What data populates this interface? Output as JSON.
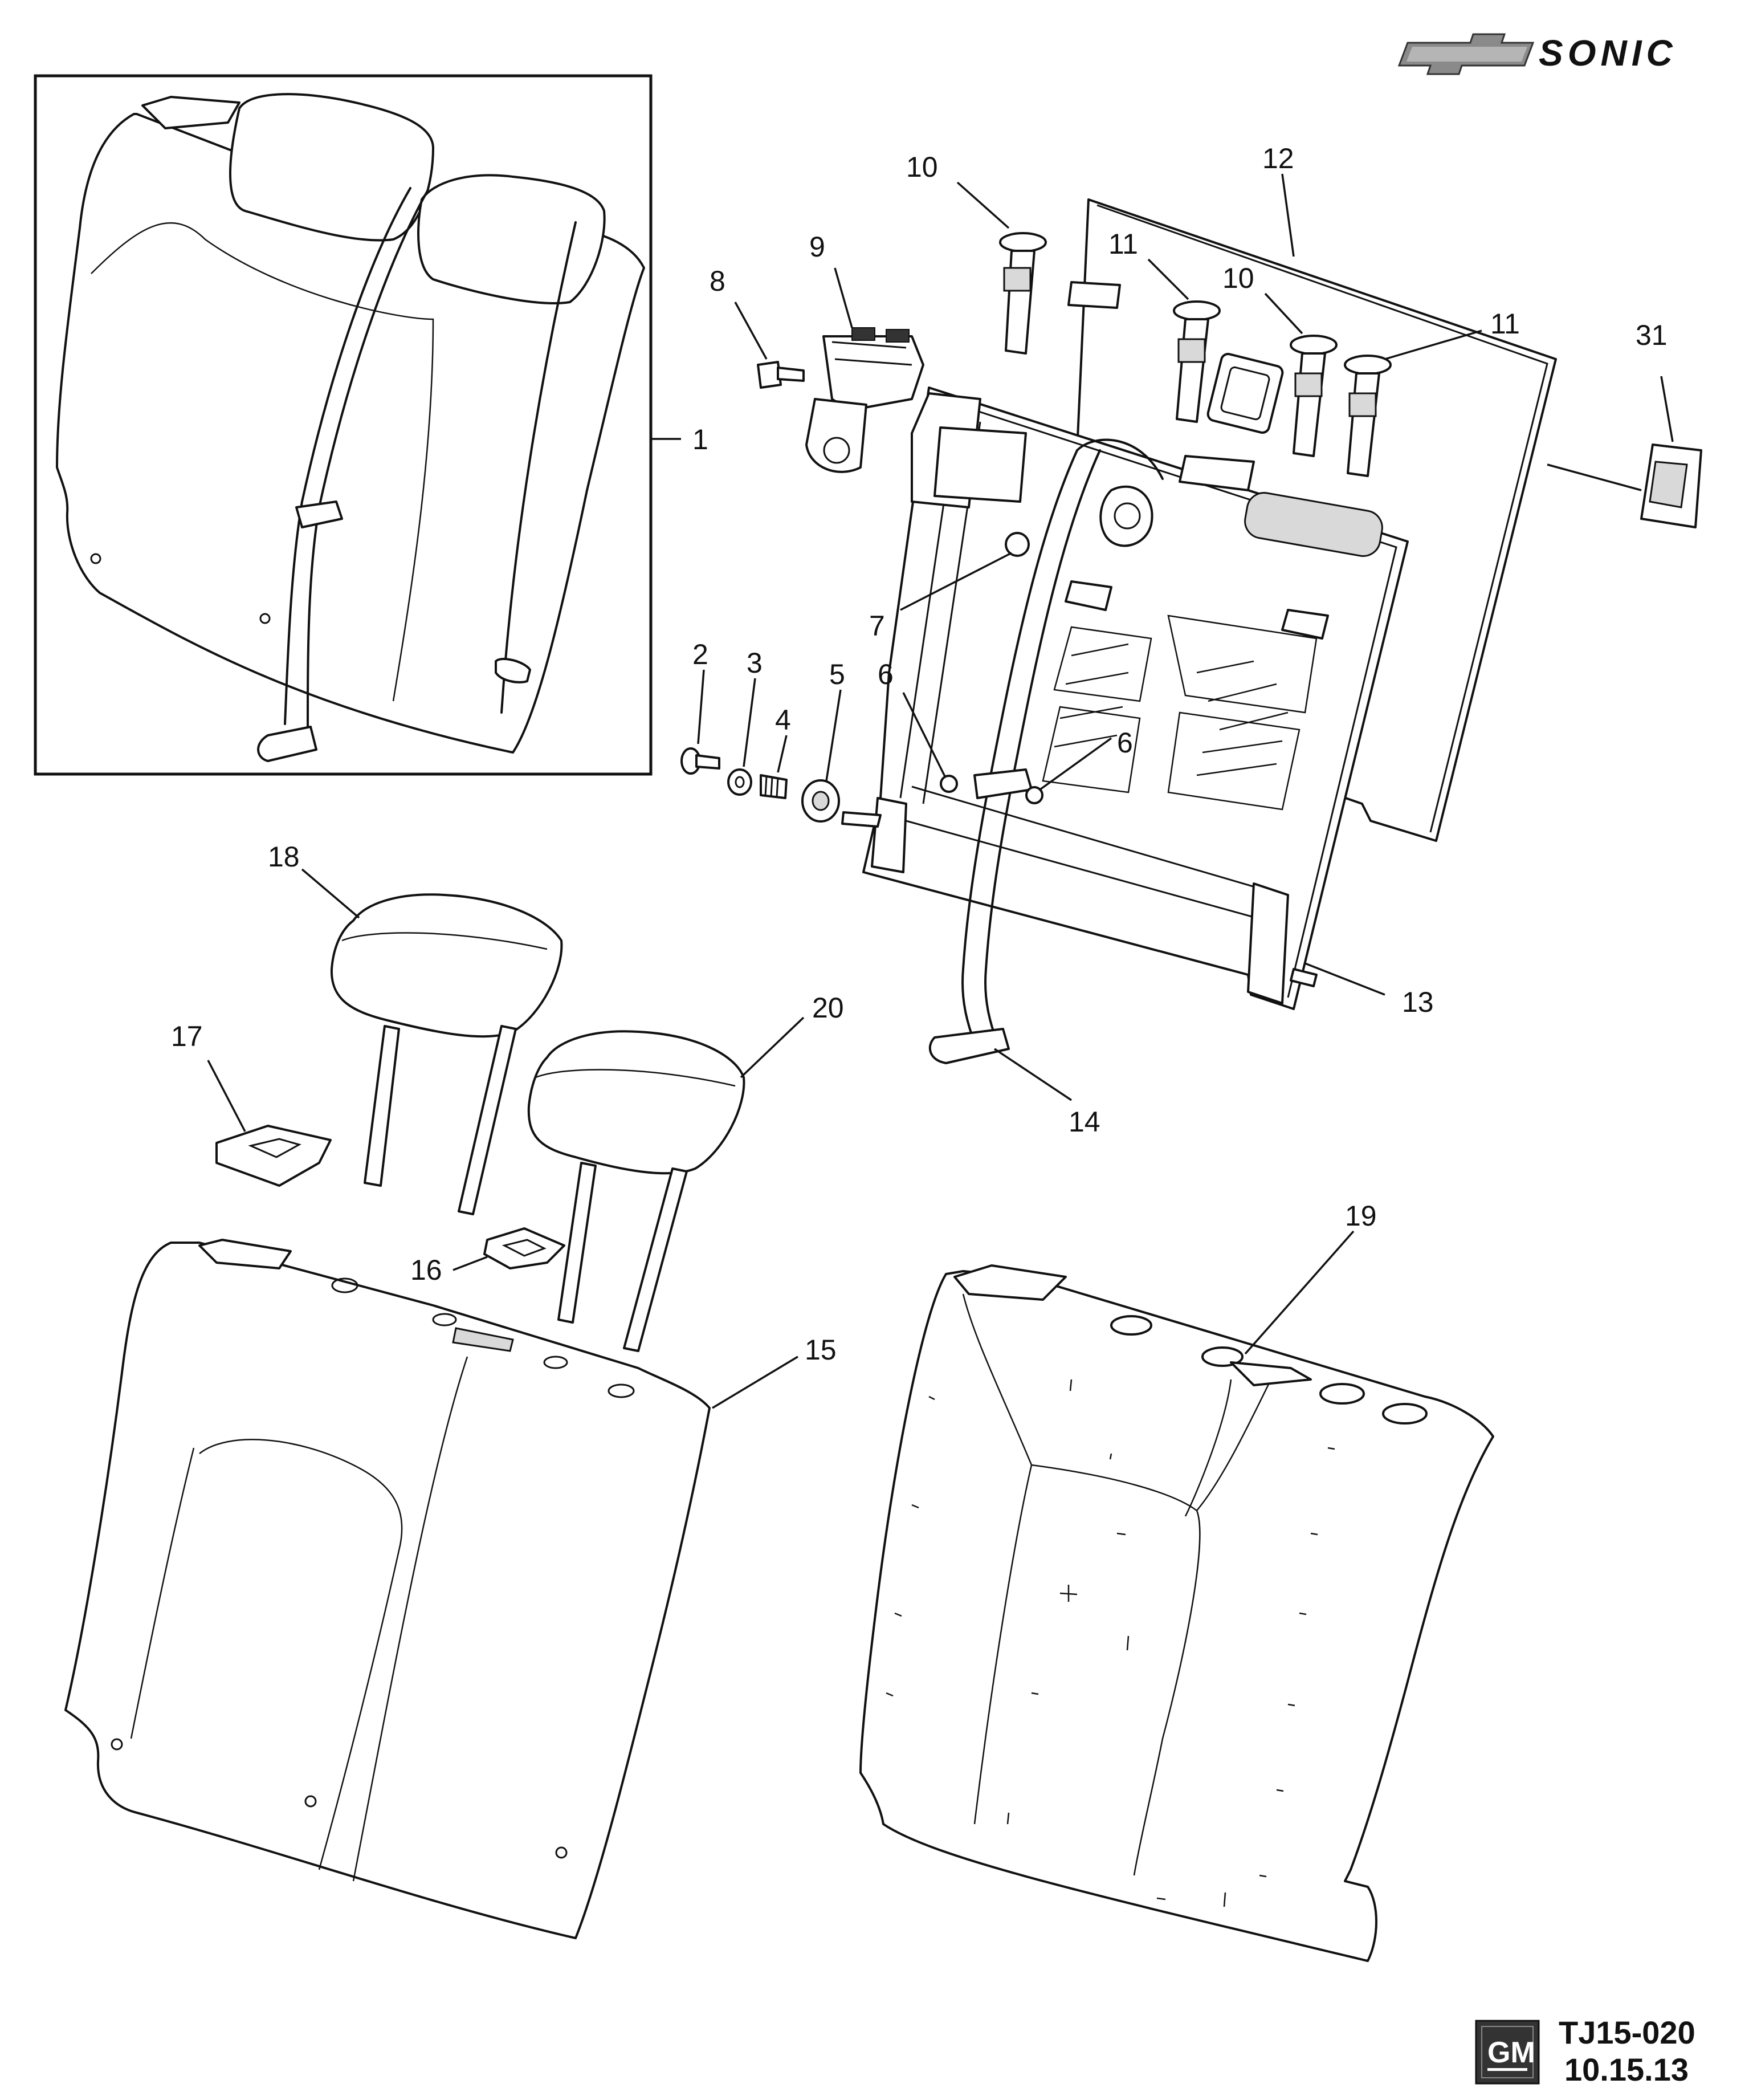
{
  "header": {
    "brand_text": "SONIC",
    "logo_icon": "chevrolet-bowtie-icon"
  },
  "footer": {
    "gm_logo_text": "GM",
    "diagram_code": "TJ15-020",
    "date": "10.15.13"
  },
  "callouts": [
    "1",
    "2",
    "3",
    "4",
    "5",
    "6",
    "6",
    "7",
    "8",
    "9",
    "10",
    "10",
    "11",
    "11",
    "12",
    "13",
    "14",
    "15",
    "16",
    "17",
    "18",
    "19",
    "20",
    "31"
  ]
}
